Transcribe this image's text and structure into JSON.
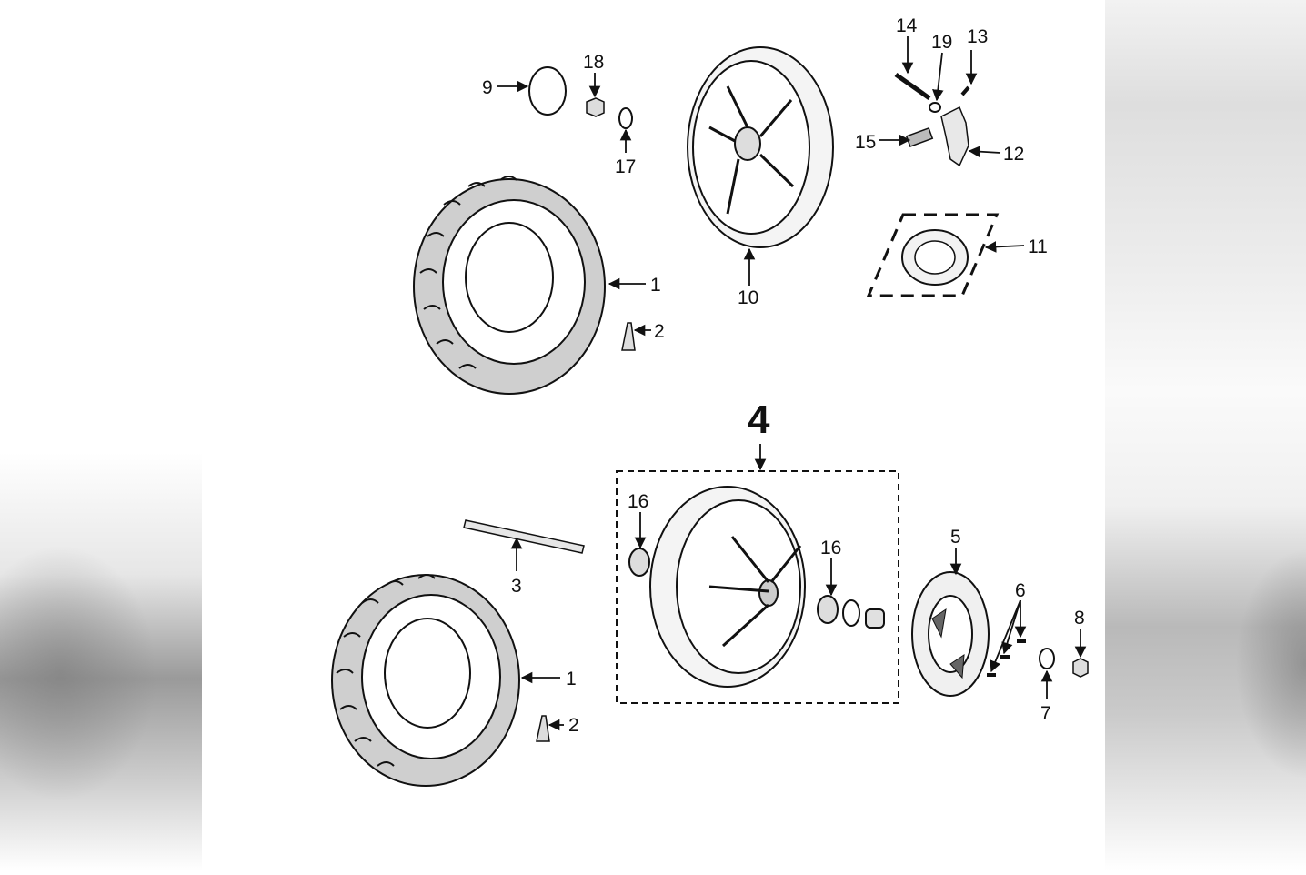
{
  "diagram": {
    "callouts": {
      "c1_top": "1",
      "c2_top": "2",
      "c9": "9",
      "c18": "18",
      "c17": "17",
      "c10": "10",
      "c14": "14",
      "c19": "19",
      "c13": "13",
      "c15": "15",
      "c12": "12",
      "c11": "11",
      "c4": "4",
      "c16_left": "16",
      "c16_right": "16",
      "c3": "3",
      "c5": "5",
      "c6": "6",
      "c8": "8",
      "c7": "7",
      "c1_bottom": "1",
      "c2_bottom": "2"
    }
  },
  "colors": {
    "line": "#111111",
    "tire_fill": "#d0d0d0",
    "part_fill": "#e8e8e8",
    "background": "#ffffff"
  }
}
